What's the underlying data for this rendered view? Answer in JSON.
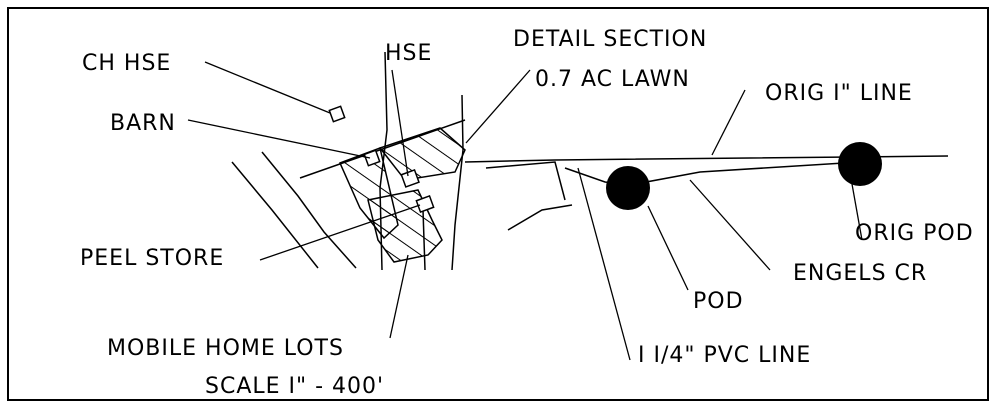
{
  "labels": {
    "ch_hse": "CH HSE",
    "hse": "HSE",
    "detail_section": "DETAIL SECTION",
    "lawn": "0.7 AC LAWN",
    "orig_line": "ORIG I\" LINE",
    "barn": "BARN",
    "peel_store": "PEEL STORE",
    "mobile_home_lots": "MOBILE HOME LOTS",
    "scale": "SCALE I\" - 400'",
    "orig_pod": "ORIG POD",
    "engels_cr": "ENGELS CR",
    "pod": "POD",
    "pvc_line": "I I/4\" PVC LINE"
  },
  "colors": {
    "ink": "#000000",
    "paper": "#ffffff"
  }
}
